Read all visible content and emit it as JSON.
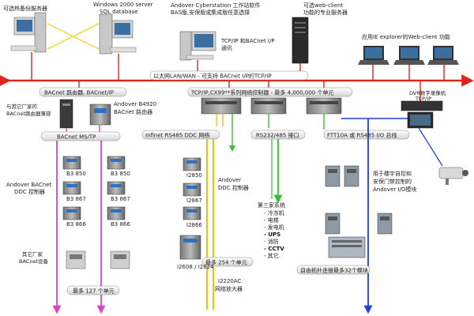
{
  "top": {
    "backup_server": "可选热备份服务器",
    "sql_line1": "Windows 2000 server",
    "sql_line2": "SQL database",
    "cyber_line1": "Andover Cyberstation 工作站软件",
    "cyber_line2": "BAS版,安保版或集成版任意选择",
    "tcpip_line1": "TCP/IP 和BACnet I/P",
    "tcpip_line2": "通讯",
    "web_line1": "可选web-client",
    "web_line2": "功能的专业服务器",
    "ie_label": "应用IE explorer的Web-client 功能"
  },
  "backbone": {
    "label": "以太网LAN/WAN - 可支持 BACnet I/P的TCP/IP"
  },
  "left": {
    "router_box": "BACnet 路由器, BACnet/IP",
    "other_router_line1": "与其它厂家的",
    "other_router_line2": "BACnet路由器兼容",
    "b4920_line1": "Andover B4920",
    "b4920_line2": "BACnet 路由器",
    "mstp_box": "BACnet MS/TP",
    "ddc_line1": "Andover BACnet",
    "ddc_line2": "DDC 控制器",
    "other_dev_line1": "其它厂家",
    "other_dev_line2": "BACnet设备",
    "max_box": "最多 127 个单元",
    "devices": [
      "B3 850",
      "B3 850",
      "B3 867",
      "B3 867",
      "B3 866",
      "B3 866"
    ]
  },
  "middle": {
    "cx_box": "TCP/IP,CX99**系列网络控制器 - 最多 4,000,000 个单元",
    "infinet_box": "Infinet RS485 DDC 网络",
    "rs232_box": "RS232/485 接口",
    "ftt_box": "FTT10A 或 RS485 I/O 总线",
    "andover_ddc_line1": "Andover",
    "andover_ddc_line2": "DDC 控制器",
    "devices": [
      "I2850",
      "I2867",
      "I2866",
      "I2608 / I2624"
    ],
    "max254": "最多 254 个单元",
    "amp_line1": "I2220AC",
    "amp_line2": "网络放大器",
    "third_party_title": "第三家系统",
    "third_party": [
      "- 冷冻机",
      "- 电梯",
      "- 发电机",
      "- UPS",
      "- 消防",
      "- CCTV",
      "- 其它."
    ]
  },
  "right": {
    "dvr_line1": "DVR数字录像机",
    "dvr_line2": "TCP/IP",
    "io_line1": "用于楼宇自控和",
    "io_line2": "安保门禁控制的",
    "io_line3": "Andover I/O模块",
    "topology_box": "自由拓扑连接最多32个模块"
  },
  "colors": {
    "backbone": "#e0241b",
    "magenta": "#e040c8",
    "yellow": "#f2c200",
    "green": "#33c233",
    "blue": "#1e3fd8"
  }
}
